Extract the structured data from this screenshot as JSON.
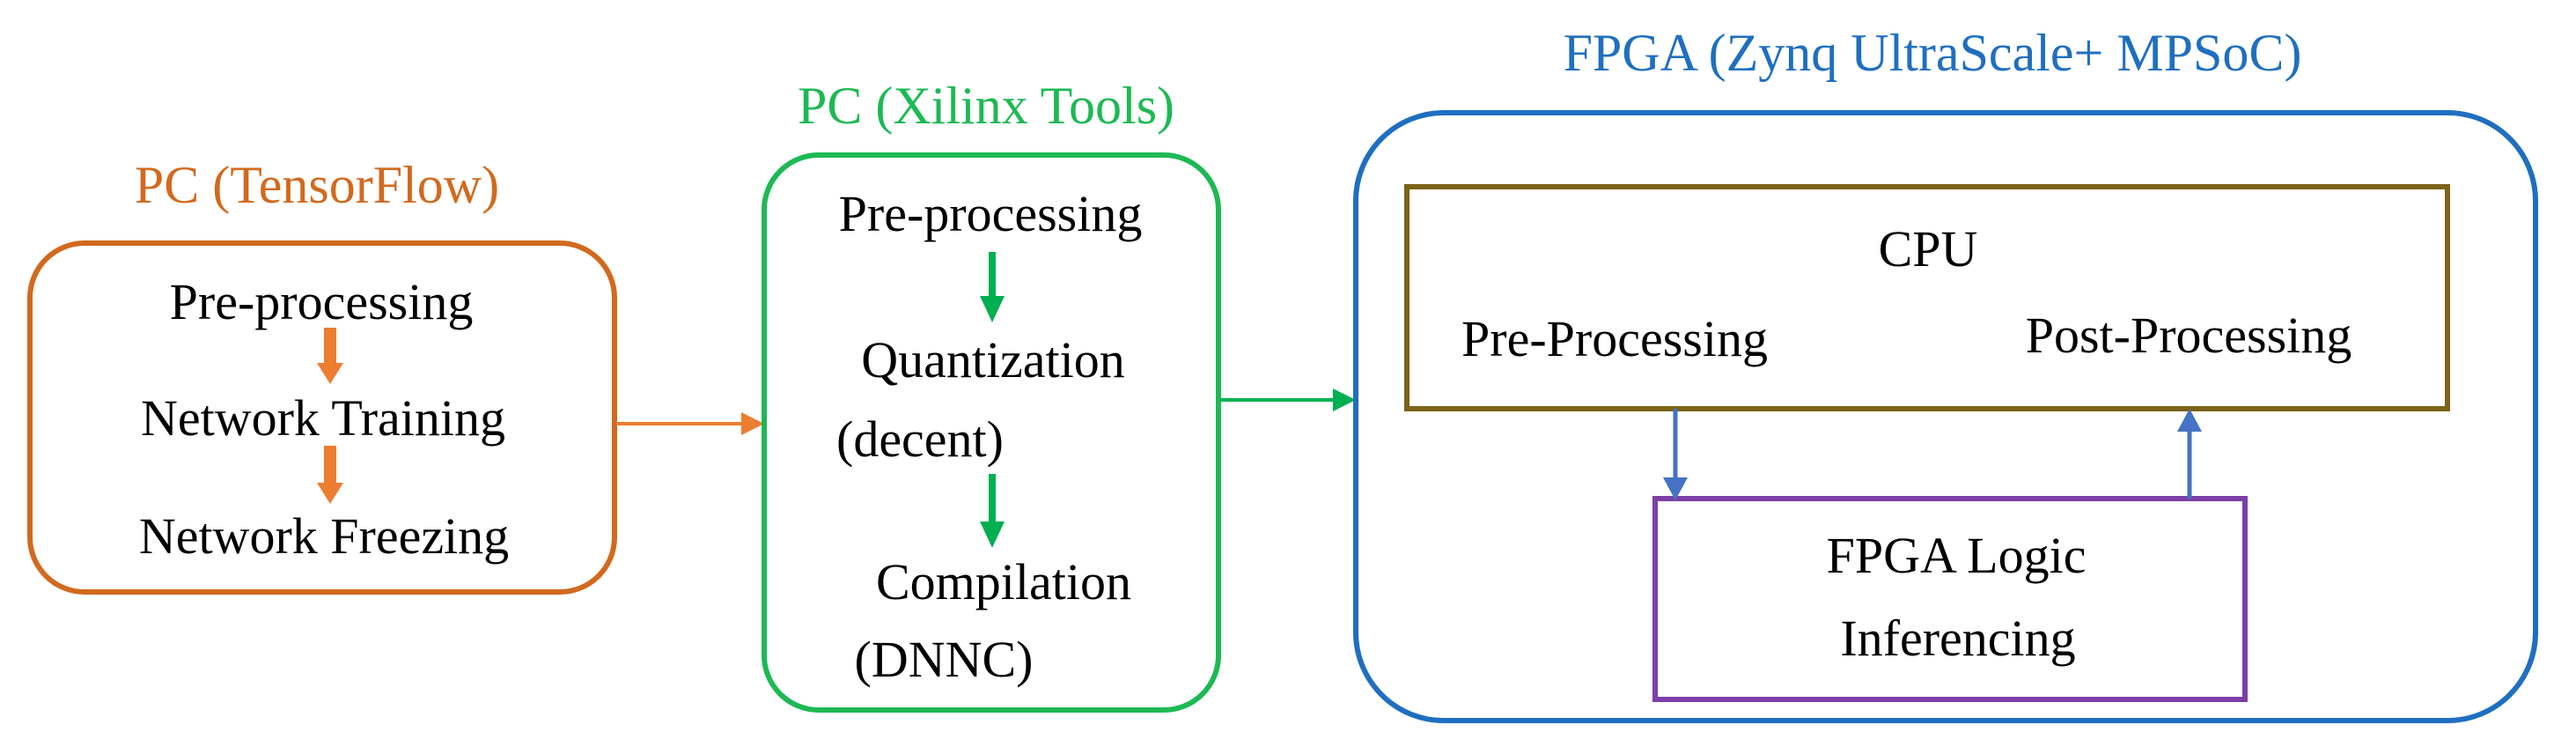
{
  "colors": {
    "tensorflow": "#D2691E",
    "xilinx": "#1DB954",
    "fpga": "#1F6FC0",
    "cpu": "#7B6318",
    "logic": "#7B3FA8",
    "flow_blue": "#4472C4",
    "text": "#000000"
  },
  "tensorflow": {
    "title": "PC (TensorFlow)",
    "steps": [
      "Pre-processing",
      "Network Training",
      "Network Freezing"
    ]
  },
  "xilinx": {
    "title": "PC (Xilinx Tools)",
    "step1": "Pre-processing",
    "step2_line1": "Quantization",
    "step2_line2": "(decent)",
    "step3_line1": "Compilation",
    "step3_line2": "(DNNC)"
  },
  "fpga": {
    "title": "FPGA (Zynq UltraScale+ MPSoC)",
    "cpu": {
      "title": "CPU",
      "pre": "Pre-Processing",
      "post": "Post-Processing"
    },
    "logic": {
      "line1": "FPGA Logic",
      "line2": "Inferencing"
    }
  }
}
